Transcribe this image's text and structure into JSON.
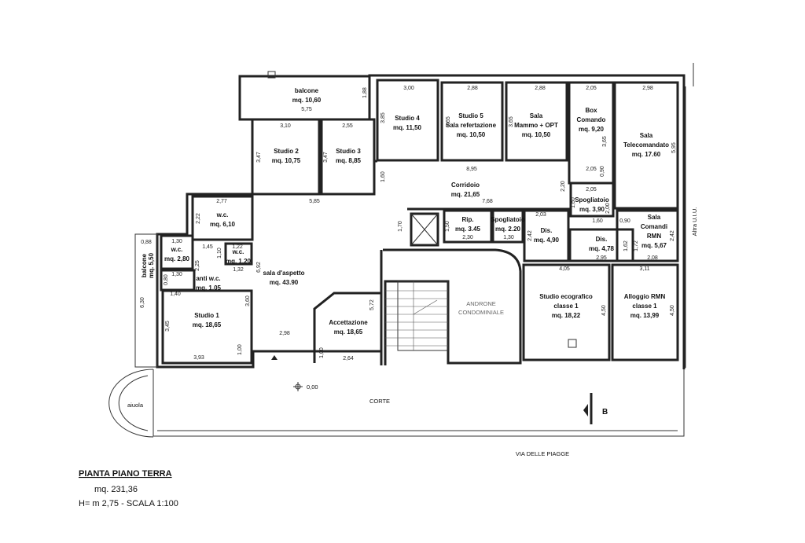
{
  "title": "PIANTA PIANO TERRA",
  "total_area": "mq. 231,36",
  "height_scale": "H= m 2,75 - SCALA 1:100",
  "street": "VIA DELLE PIAGGE",
  "courtyard": "CORTE",
  "flowerbed": "aiuola",
  "neighbor": "Altra U.I.U.",
  "elevation": "0,00",
  "section_mark": "B",
  "lobby": [
    "ANDRONE",
    "CONDOMINIALE"
  ],
  "rooms": [
    {
      "lines": [
        "balcone",
        "mq. 10,60"
      ]
    },
    {
      "lines": [
        "Studio 2",
        "mq. 10,75"
      ]
    },
    {
      "lines": [
        "Studio 3",
        "mq. 8,85"
      ]
    },
    {
      "lines": [
        "Studio 4",
        "mq. 11,50"
      ]
    },
    {
      "lines": [
        "Studio 5",
        "Sala refertazione",
        "mq. 10,50"
      ]
    },
    {
      "lines": [
        "Sala",
        "Mammo + OPT",
        "mq. 10,50"
      ]
    },
    {
      "lines": [
        "Box",
        "Comando",
        "mq. 9,20"
      ]
    },
    {
      "lines": [
        "Sala",
        "Telecomandato",
        "mq. 17.60"
      ]
    },
    {
      "lines": [
        "Corridoio",
        "mq. 21,65"
      ]
    },
    {
      "lines": [
        "Spogliatoio",
        "mq. 3,90"
      ]
    },
    {
      "lines": [
        "Rip.",
        "mq. 3.45"
      ]
    },
    {
      "lines": [
        "Spogliatoio",
        "mq. 2.20"
      ]
    },
    {
      "lines": [
        "Dis.",
        "mq. 4,90"
      ]
    },
    {
      "lines": [
        "Dis.",
        "mq. 4,78"
      ]
    },
    {
      "lines": [
        "Sala",
        "Comandi",
        "RMN",
        "mq. 5,67"
      ]
    },
    {
      "lines": [
        "Studio ecografico",
        "classe 1",
        "mq. 18,22"
      ]
    },
    {
      "lines": [
        "Alloggio RMN",
        "classe 1",
        "mq. 13,99"
      ]
    },
    {
      "lines": [
        "w.c.",
        "mq. 6,10"
      ]
    },
    {
      "lines": [
        "w.c.",
        "mq. 2,80"
      ]
    },
    {
      "lines": [
        "w.c.",
        "mq. 1,20"
      ]
    },
    {
      "lines": [
        "anti w.c.",
        "mq. 1.05"
      ]
    },
    {
      "lines": [
        "balcone",
        "mq. 5,50"
      ]
    },
    {
      "lines": [
        "Studio 1",
        "mq. 18,65"
      ]
    },
    {
      "lines": [
        "sala d'aspetto",
        "mq. 43.90"
      ]
    },
    {
      "lines": [
        "Accettazione",
        "mq. 18,65"
      ]
    }
  ],
  "dims": [
    "5,75",
    "1,88",
    "3,10",
    "2,55",
    "3,47",
    "3,47",
    "5,85",
    "2,77",
    "2,22",
    "3,00",
    "2,88",
    "2,88",
    "2,05",
    "2,98",
    "3,85",
    "3,65",
    "3,65",
    "3,65",
    "5,95",
    "8,95",
    "2,05",
    "0,90",
    "1,60",
    "7,68",
    "2,20",
    "2,05",
    "1,60",
    "2,00",
    "1,70",
    "1,50",
    "2,30",
    "1,30",
    "2,03",
    "2,42",
    "1,60",
    "0,90",
    "2,42",
    "1,62",
    "1,72",
    "2,95",
    "2,08",
    "4,05",
    "3,11",
    "4,50",
    "4,50",
    "0,88",
    "1,30",
    "1,45",
    "1,22",
    "1,10",
    "1,32",
    "2,25",
    "1,30",
    "0,80",
    "1,40",
    "6,30",
    "6,92",
    "3,60",
    "3,45",
    "3,93",
    "1,00",
    "2,98",
    "5,72",
    "1,00",
    "2,64"
  ]
}
